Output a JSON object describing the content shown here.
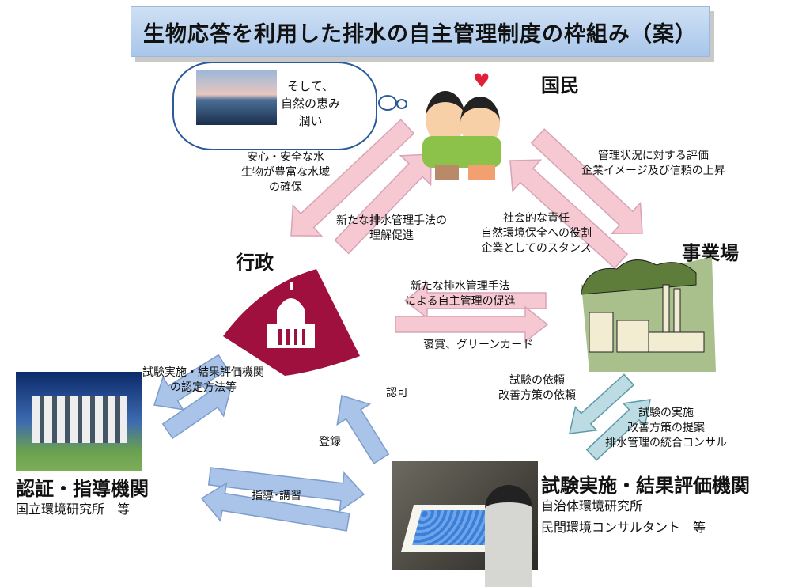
{
  "title": "生物応答を利用した排水の自主管理制度の枠組み（案）",
  "cloud_text": [
    "そして、",
    "自然の恵み",
    "潤い"
  ],
  "nodes": {
    "citizens": "国民",
    "government": "行政",
    "business": "事業場",
    "certification": {
      "name": "認証・指導機関",
      "examples": "国立環境研究所　等"
    },
    "testing": {
      "name": "試験実施・結果評価機関",
      "examples": [
        "自治体環境研究所",
        "民間環境コンサルタント　等"
      ]
    }
  },
  "labels": {
    "safe_water": [
      "安心・安全な水",
      "生物が豊富な水域",
      "の確保"
    ],
    "understanding": [
      "新たな排水管理手法の",
      "理解促進"
    ],
    "evaluation": [
      "管理状況に対する評価",
      "企業イメージ及び信頼の上昇"
    ],
    "responsibility": [
      "社会的な責任",
      "自然環境保全への役割",
      "企業としてのスタンス"
    ],
    "promotion": [
      "新たな排水管理手法",
      "による自主管理の促進"
    ],
    "award": "褒賞、グリーンカード",
    "accreditation": [
      "試験実施・結果評価機関",
      "の認定方法等"
    ],
    "approval": "認可",
    "registration": "登録",
    "guidance": "指導･講習",
    "request": [
      "試験の依頼",
      "改善方策の依頼"
    ],
    "implementation": [
      "試験の実施",
      "改善方策の提案",
      "排水管理の統合コンサル"
    ]
  },
  "colors": {
    "pink_arrow": "#f6c9d2",
    "blue_arrow": "#a9c4e8",
    "teal_arrow": "#bcdbe3",
    "government": "#a0103f",
    "factory": "#a9c08c"
  }
}
